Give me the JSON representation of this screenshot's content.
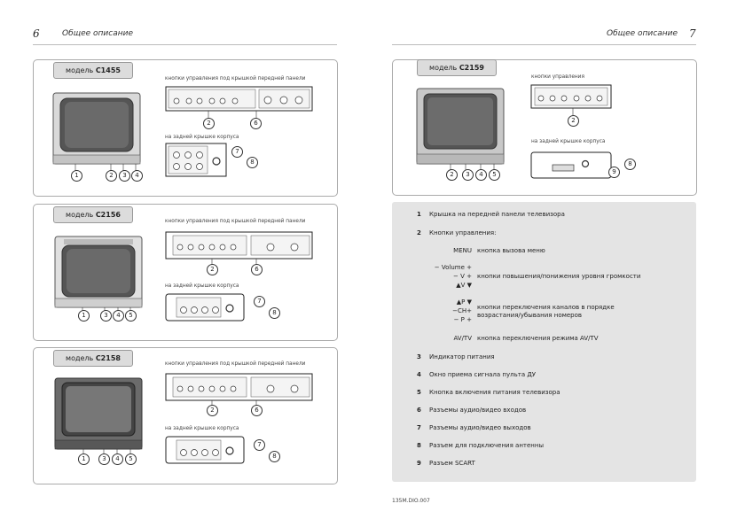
{
  "left_page": {
    "number": "6",
    "title": "Общее описание"
  },
  "right_page": {
    "number": "7",
    "title": "Общее описание"
  },
  "models": [
    {
      "prefix": "модель",
      "name": "C1455"
    },
    {
      "prefix": "модель",
      "name": "C2156"
    },
    {
      "prefix": "модель",
      "name": "C2158"
    },
    {
      "prefix": "модель",
      "name": "C2159"
    }
  ],
  "captions": {
    "front_under_cover": "кнопки управления под крышкой передней панели",
    "controls": "кнопки управления",
    "rear": "на задней крышке корпуса"
  },
  "callouts": [
    "1",
    "2",
    "3",
    "4",
    "5",
    "6",
    "7",
    "8",
    "9"
  ],
  "legend": {
    "items": [
      {
        "n": "1",
        "text": "Крышка на передней панели телевизора"
      },
      {
        "n": "2",
        "text": "Кнопки управления:"
      },
      {
        "n": "3",
        "text": "Индикатор питания"
      },
      {
        "n": "4",
        "text": "Окно приема сигнала пульта ДУ"
      },
      {
        "n": "5",
        "text": "Кнопка включения питания телевизора"
      },
      {
        "n": "6",
        "text": "Разъемы аудио/видео входов"
      },
      {
        "n": "7",
        "text": "Разъемы аудио/видео выходов"
      },
      {
        "n": "8",
        "text": "Разъем для подключения антенны"
      },
      {
        "n": "9",
        "text": "Разъем SCART"
      }
    ],
    "subitems": [
      {
        "keys": [
          "MENU"
        ],
        "text": [
          "кнопка вызова меню"
        ]
      },
      {
        "keys": [
          "− Volume +",
          "− V +",
          "▲V ▼"
        ],
        "text": [
          "кнопки повышения/понижения уровня громкости"
        ]
      },
      {
        "keys": [
          "▲P ▼",
          "−CH+",
          "− P +"
        ],
        "text": [
          "кнопки переключения каналов в порядке",
          "возрастания/убывания номеров"
        ]
      },
      {
        "keys": [
          "AV/TV"
        ],
        "text": [
          "кнопка переключения режима AV/TV"
        ]
      }
    ]
  },
  "footer": "135M.DIO.007"
}
